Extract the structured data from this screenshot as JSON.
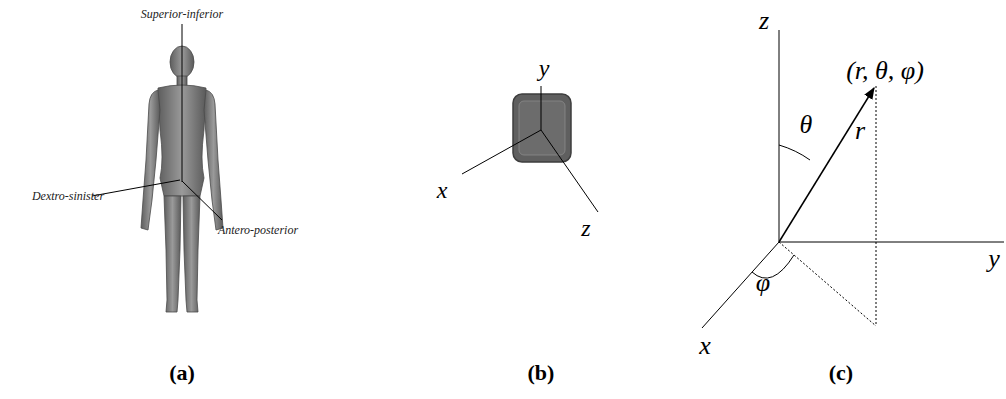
{
  "diagram": {
    "labels": [
      "Superior-inferior",
      "Dextro-sinister",
      "Antero-posterior",
      "y",
      "x",
      "z",
      "z",
      "(r, θ, φ)",
      "θ",
      "r",
      "φ",
      "x",
      "y",
      "(a)",
      "(b)",
      "(c)"
    ]
  }
}
